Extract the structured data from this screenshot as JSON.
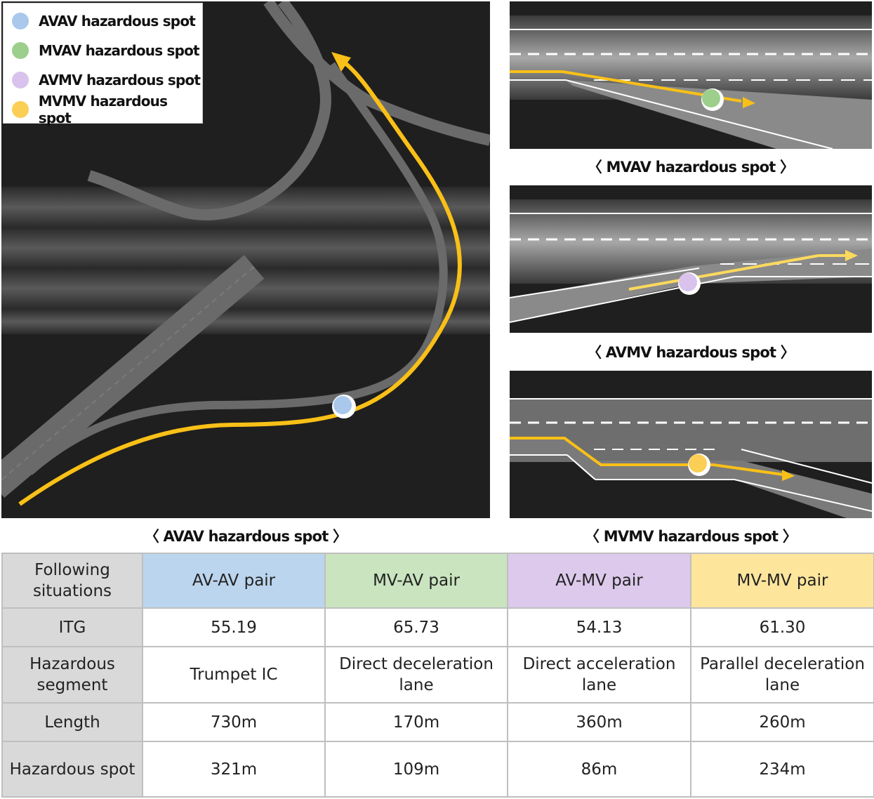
{
  "legend": [
    {
      "label": "AVAV hazardous spot",
      "color": "#a9c8ec"
    },
    {
      "label": "MVAV hazardous spot",
      "color": "#9ccf8c"
    },
    {
      "label": "AVMV hazardous spot",
      "color": "#d9c3ec"
    },
    {
      "label": "MVMV hazardous spot",
      "color": "#fbcf55"
    }
  ],
  "captions": {
    "avav": "〈 AVAV hazardous spot 〉",
    "mvav": "〈 MVAV hazardous spot 〉",
    "avmv": "〈 AVMV hazardous spot 〉",
    "mvmv": "〈 MVMV hazardous spot 〉"
  },
  "colors": {
    "path": "#f9c017",
    "road": "#6c6c6c",
    "background": "#1f1f1f",
    "lane_line": "#ffffff"
  },
  "table": {
    "header": {
      "label": "Following situations",
      "cols": [
        "AV-AV pair",
        "MV-AV pair",
        "AV-MV pair",
        "MV-MV pair"
      ]
    },
    "rows": [
      {
        "label": "ITG",
        "values": [
          "55.19",
          "65.73",
          "54.13",
          "61.30"
        ]
      },
      {
        "label": "Hazardous segment",
        "values": [
          "Trumpet IC",
          "Direct deceleration lane",
          "Direct acceleration lane",
          "Parallel deceleration lane"
        ]
      },
      {
        "label": "Length",
        "values": [
          "730m",
          "170m",
          "360m",
          "260m"
        ]
      },
      {
        "label": "Hazardous spot",
        "values": [
          "321m",
          "109m",
          "86m",
          "234m"
        ]
      }
    ]
  }
}
